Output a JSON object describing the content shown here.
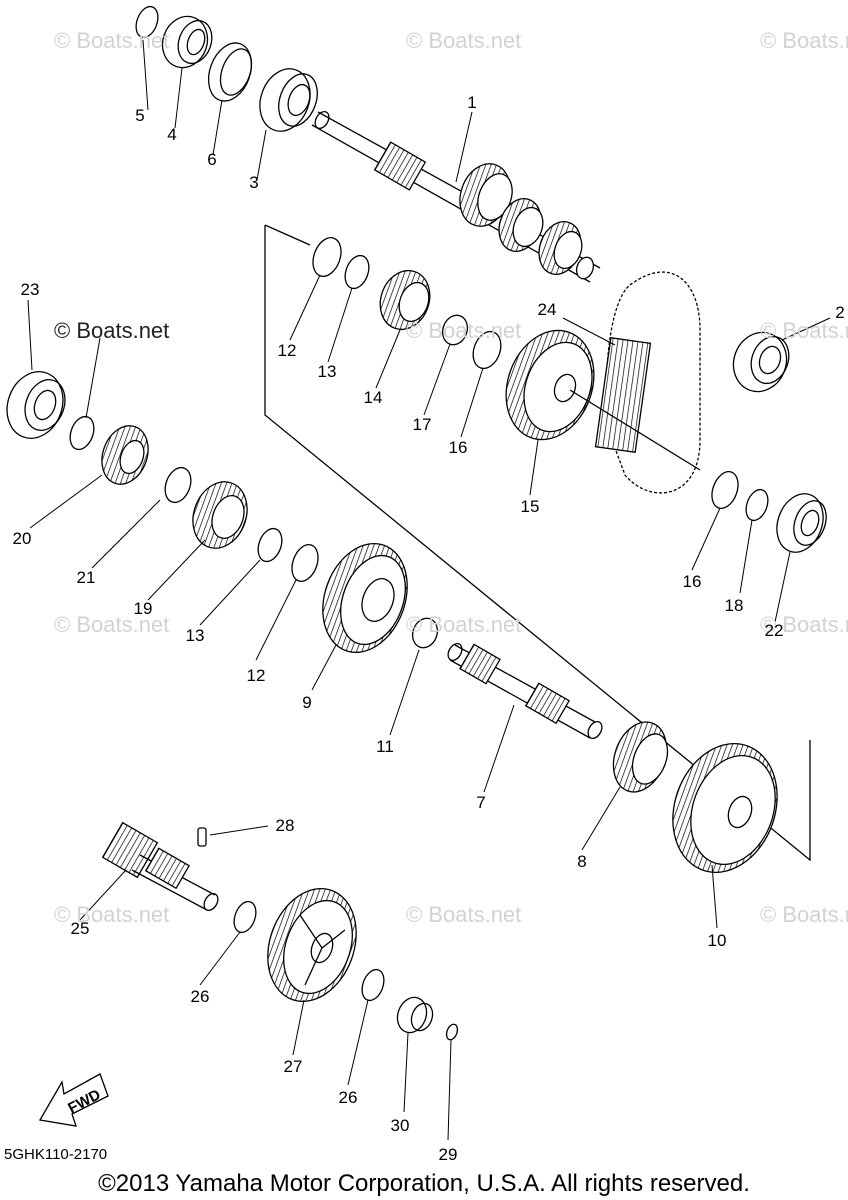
{
  "watermark": "© Boats.net",
  "fwd_label": "FWD",
  "diagram_code": "5GHK110-2170",
  "copyright": "©2013 Yamaha Motor Corporation, U.S.A. All rights reserved.",
  "callouts": {
    "p1": "1",
    "p2": "2",
    "p3": "3",
    "p4": "4",
    "p5": "5",
    "p6": "6",
    "p7": "7",
    "p8": "8",
    "p9": "9",
    "p10": "10",
    "p11": "11",
    "p12a": "12",
    "p12b": "12",
    "p13a": "13",
    "p13b": "13",
    "p14": "14",
    "p15": "15",
    "p16a": "16",
    "p16b": "16",
    "p17": "17",
    "p18": "18",
    "p19": "19",
    "p20": "20",
    "p21": "21",
    "p22": "22",
    "p23": "23",
    "p24": "24",
    "p25": "25",
    "p26a": "26",
    "p26b": "26",
    "p27": "27",
    "p28": "28",
    "p29": "29",
    "p30": "30"
  },
  "colors": {
    "line": "#000000",
    "watermark": "#d2d2d2",
    "background": "#ffffff"
  }
}
